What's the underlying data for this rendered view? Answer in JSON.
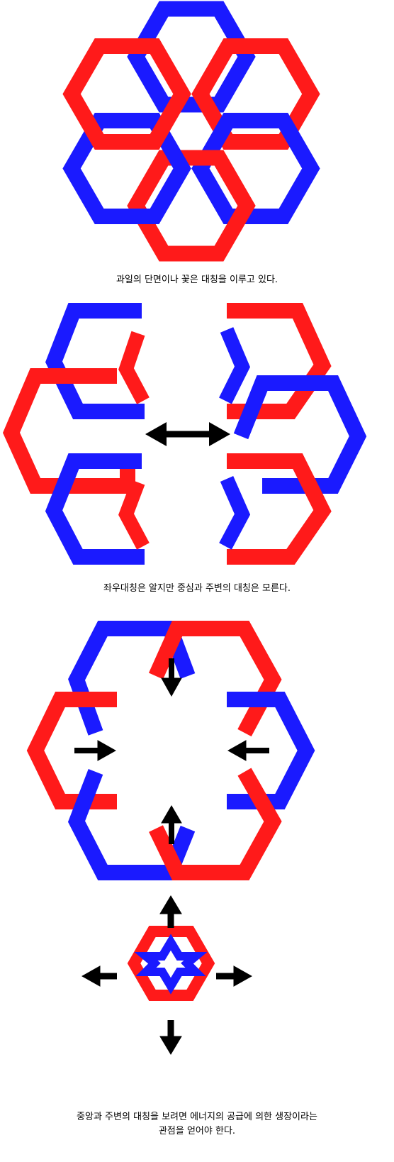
{
  "colors": {
    "red": "#ff1a1a",
    "blue": "#1a1aff",
    "arrow": "#000000",
    "background": "#ffffff"
  },
  "captions": {
    "panel1": "과일의 단면이나 꽃은 대칭을 이루고 있다.",
    "panel2": "좌우대칭은 알지만 중심과 주변의 대칭은 모른다.",
    "panel4_line1": "중앙과 주변의 대칭을 보려면 에너지의 공급에 의한 생장이라는",
    "panel4_line2": "관점을 얻어야 한다."
  },
  "figures": {
    "panel1": {
      "hexagon_count": 6,
      "color_order": [
        "blue",
        "red",
        "blue",
        "red",
        "blue",
        "red"
      ]
    },
    "panel2": {
      "left_group_count": 3,
      "right_group_count": 3,
      "arrow": "double-headed horizontal"
    },
    "panel3": {
      "inward_arrow_count": 4
    },
    "panel4": {
      "outward_arrow_count": 4
    }
  }
}
